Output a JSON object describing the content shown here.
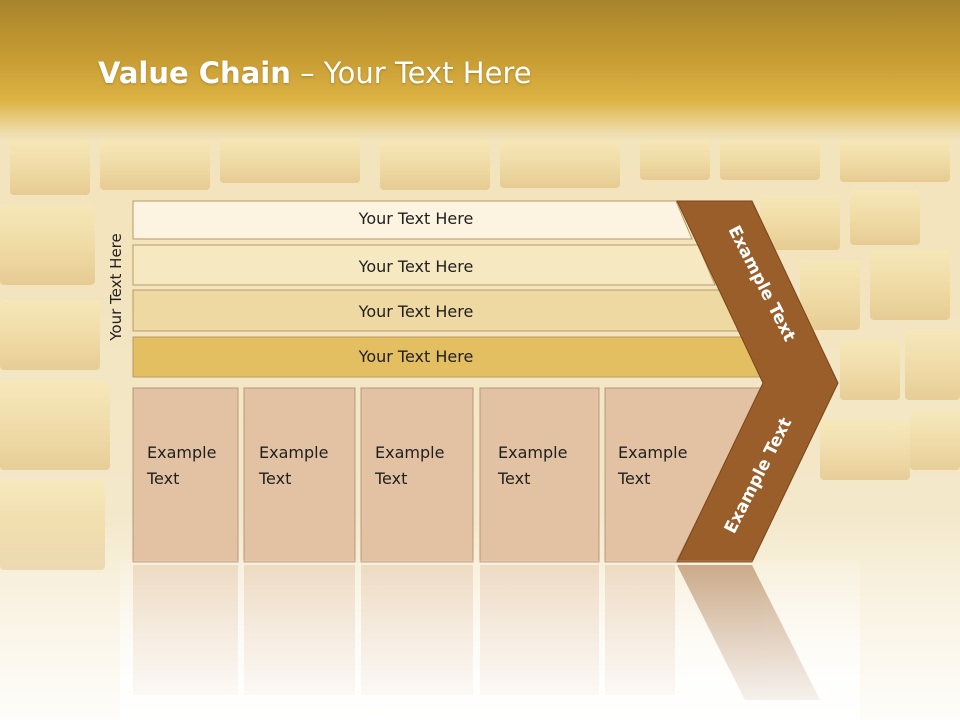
{
  "slide": {
    "title_bold": "Value Chain",
    "title_rest": " – Your Text Here"
  },
  "diagram": {
    "side_label": "Your Text Here",
    "bars": [
      {
        "label": "Your Text Here",
        "fill": "#fcf4e1"
      },
      {
        "label": "Your Text Here",
        "fill": "#f6e8c1"
      },
      {
        "label": "Your Text Here",
        "fill": "#efd9a2"
      },
      {
        "label": "Your Text Here",
        "fill": "#e3bf62"
      }
    ],
    "boxes": [
      {
        "line1": "Example",
        "line2": "Text"
      },
      {
        "line1": "Example",
        "line2": "Text"
      },
      {
        "line1": "Example",
        "line2": "Text"
      },
      {
        "line1": "Example",
        "line2": "Text"
      },
      {
        "line1": "Example",
        "line2": "Text"
      }
    ],
    "chevron_upper_label": "Example Text",
    "chevron_lower_label": "Example Text"
  },
  "colors": {
    "title_bar": "#c69b32",
    "chevron": "#9a5e2a",
    "box_fill": "#e2c2a3",
    "box_border": "#b8987c",
    "text_dark": "#1f1f1f"
  }
}
